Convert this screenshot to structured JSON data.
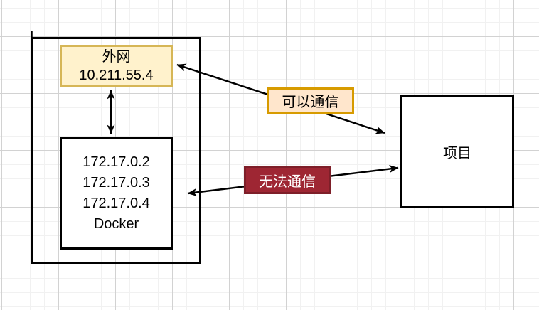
{
  "diagram": {
    "external_network": {
      "name": "外网",
      "ip": "10.211.55.4",
      "fill": "#fff2cc",
      "border": "#d6b656"
    },
    "docker": {
      "lines": [
        "172.17.0.2",
        "172.17.0.3",
        "172.17.0.4",
        "Docker"
      ]
    },
    "project": {
      "label": "项目"
    },
    "edges": {
      "ok": {
        "label": "可以通信",
        "fill": "#ffe6cc",
        "border": "#d79b00",
        "text_color": "#000000"
      },
      "fail": {
        "label": "无法通信",
        "fill": "#9e2633",
        "border": "#7e1f29",
        "text_color": "#ffffff"
      }
    },
    "colors": {
      "shape_stroke": "#000000",
      "grid_minor": "#f1f1f1",
      "grid_major": "#d2d2d2",
      "canvas_bg": "#ffffff"
    }
  }
}
